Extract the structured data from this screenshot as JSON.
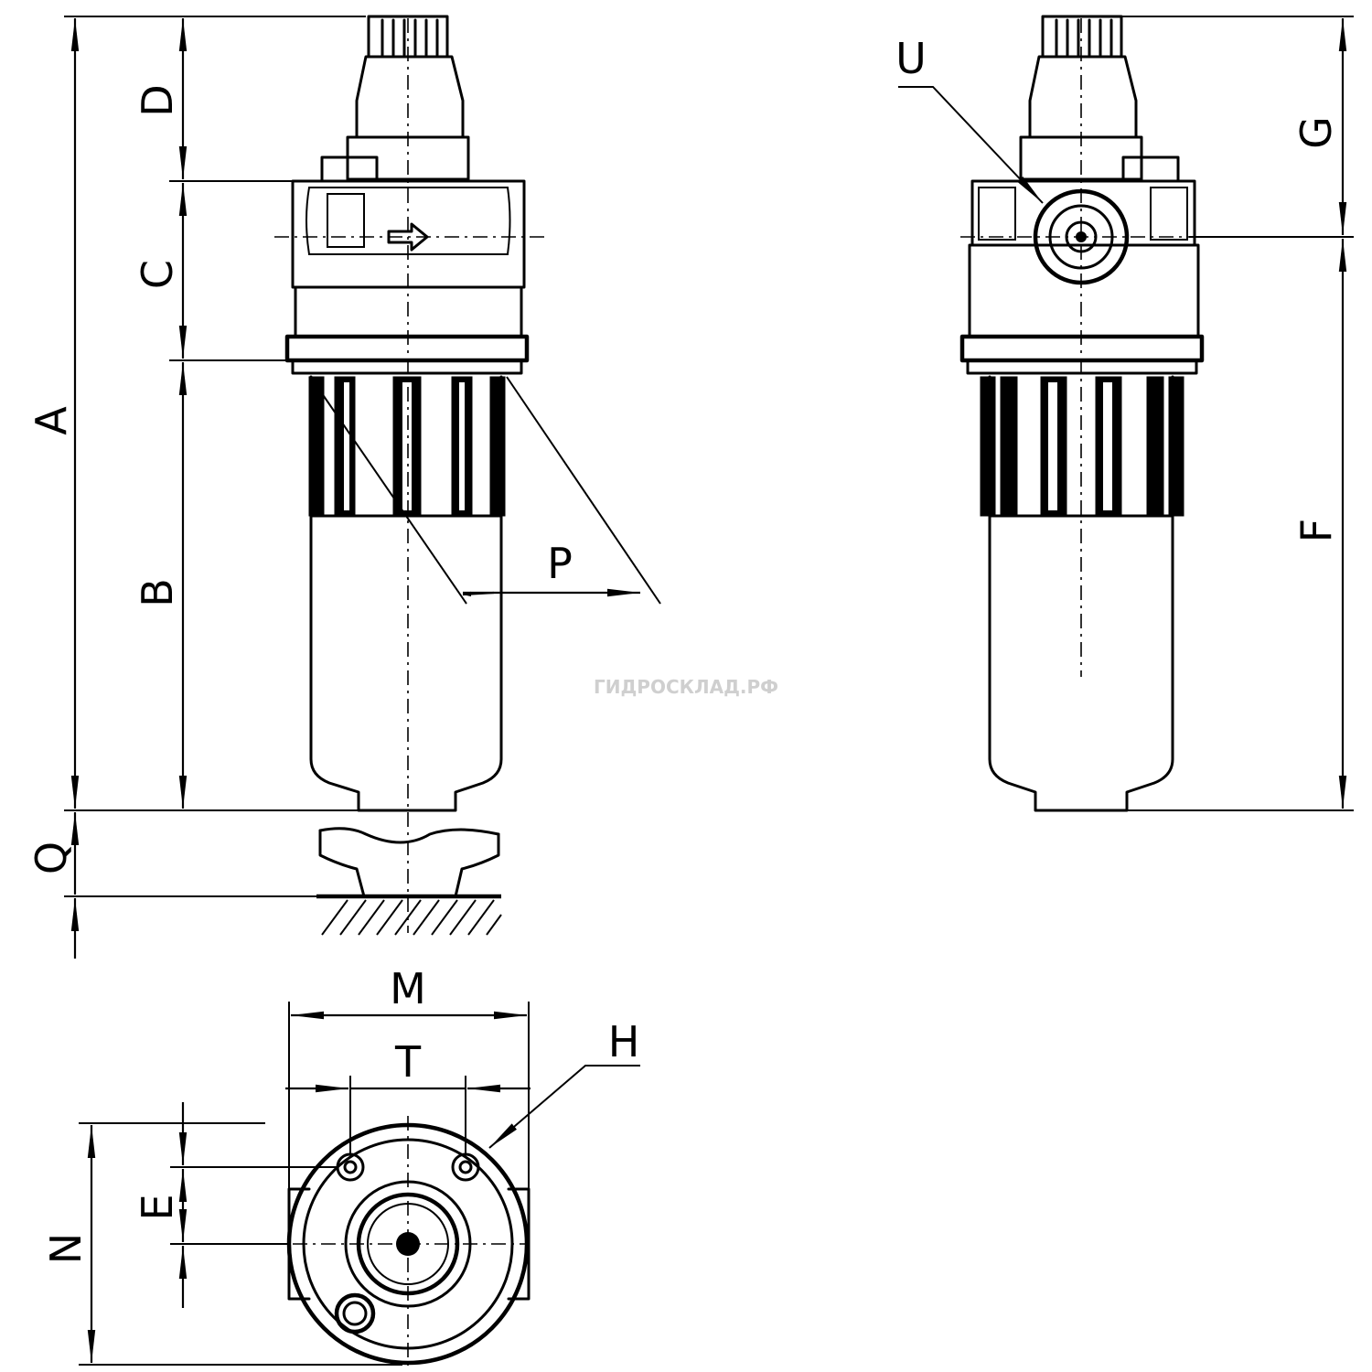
{
  "labels": {
    "A": "A",
    "B": "B",
    "C": "C",
    "D": "D",
    "E": "E",
    "F": "F",
    "G": "G",
    "H": "H",
    "M": "M",
    "N": "N",
    "P": "P",
    "Q": "Q",
    "T": "T",
    "U": "U"
  },
  "watermark": "ГИДРОСКЛАД.РФ"
}
